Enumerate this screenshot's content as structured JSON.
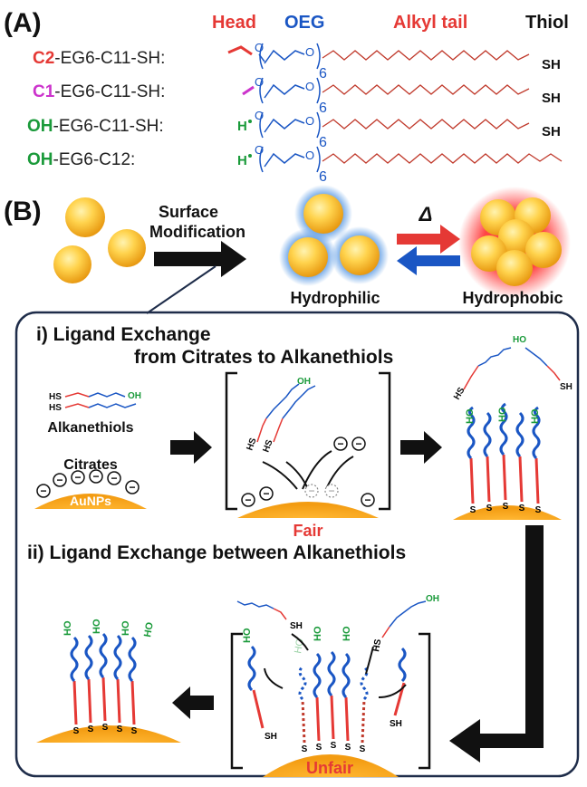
{
  "panel_a": {
    "label": "(A)",
    "headers": {
      "head": "Head",
      "oeg": "OEG",
      "alkyl": "Alkyl tail",
      "thiol": "Thiol"
    },
    "rows": [
      {
        "head": "C2",
        "rest": "-EG6-C11-SH:",
        "head_color": "#e53935",
        "sub": "6",
        "end": "SH"
      },
      {
        "head": "C1",
        "rest": "-EG6-C11-SH:",
        "head_color": "#cc33cc",
        "sub": "6",
        "end": "SH"
      },
      {
        "head": "OH",
        "rest": "-EG6-C11-SH:",
        "head_color": "#1a9a3a",
        "sub": "6",
        "end": "SH",
        "h": "H"
      },
      {
        "head": "OH",
        "rest": "-EG6-C12:",
        "head_color": "#1a9a3a",
        "sub": "6",
        "end": "",
        "h": "H"
      }
    ],
    "o": "O"
  },
  "panel_b": {
    "label": "(B)",
    "surface_mod": [
      "Surface",
      "Modification"
    ],
    "delta": "Δ",
    "hydrophilic": "Hydrophilic",
    "hydrophobic": "Hydrophobic",
    "step1_title": [
      "i) Ligand Exchange",
      "from Citrates to Alkanethiols"
    ],
    "alkanethiols": "Alkanethiols",
    "citrates": "Citrates",
    "aunps": "AuNPs",
    "fair": "Fair",
    "step2_title": "ii) Ligand Exchange between Alkanethiols",
    "unfair": "Unfair",
    "hs": "HS",
    "sh": "SH",
    "oh": "OH",
    "ho": "HO",
    "s": "S",
    "minus": "−"
  },
  "colors": {
    "red": "#e53935",
    "blue": "#1a56c4",
    "green": "#1a9a3a",
    "magenta": "#cc33cc",
    "gold": "#f5a623",
    "chain_red": "#c0392b",
    "navy": "#1f2d4a"
  }
}
